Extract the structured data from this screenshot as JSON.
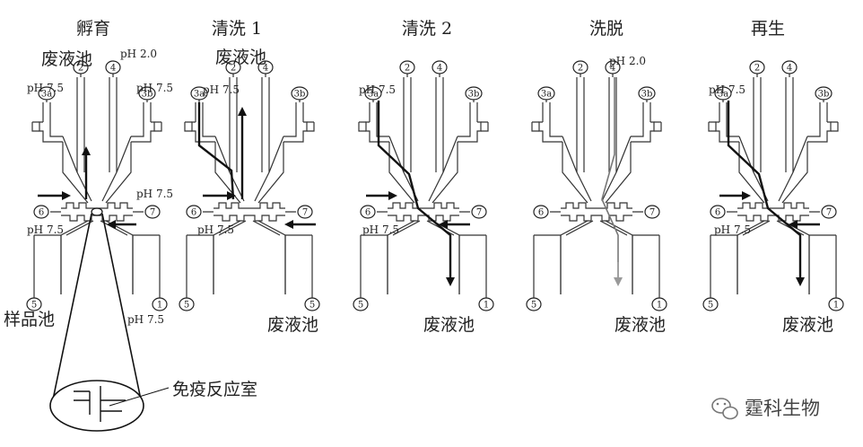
{
  "panels": [
    {
      "title": "孵育",
      "labels": {
        "top_pool": "废液池",
        "ph_top": "pH 2.0",
        "ph_left": "pH 7.5",
        "ph_right": "pH 7.5",
        "ph_mid_right": "pH 7.5",
        "ph_mid_left": "pH 7.5",
        "bottom_left": "样品池",
        "bottom_right": "pH 7.5"
      },
      "ports": {
        "p2": "2",
        "p4": "4",
        "p3a": "3a",
        "p3b": "3b",
        "p6": "6",
        "p7": "7",
        "p5": "5",
        "p1": "1"
      }
    },
    {
      "title": "清洗 1",
      "labels": {
        "top_pool": "废液池",
        "ph_left": "pH 7.5",
        "ph_mid_left": "pH 7.5",
        "bottom_pool": "废液池"
      },
      "ports": {
        "p2": "2",
        "p4": "4",
        "p3a": "3a",
        "p3b": "3b",
        "p6": "6",
        "p7": "7",
        "p5": "5",
        "p1": "5"
      }
    },
    {
      "title": "清洗 2",
      "labels": {
        "ph_left": "pH 7.5",
        "ph_mid_left": "pH 7.5",
        "bottom_pool": "废液池"
      },
      "ports": {
        "p2": "2",
        "p4": "4",
        "p3a": "3a",
        "p3b": "3b",
        "p6": "6",
        "p7": "7",
        "p5": "5",
        "p1": "1"
      }
    },
    {
      "title": "洗脱",
      "labels": {
        "ph_top": "pH 2.0",
        "bottom_pool": "废液池"
      },
      "ports": {
        "p2": "2",
        "p4": "4",
        "p3a": "3a",
        "p3b": "3b",
        "p6": "6",
        "p7": "7",
        "p5": "5",
        "p1": "1"
      }
    },
    {
      "title": "再生",
      "labels": {
        "ph_left": "pH 7.5",
        "ph_mid_left": "pH 7.5",
        "bottom_pool": "废液池"
      },
      "ports": {
        "p2": "2",
        "p4": "4",
        "p3a": "3a",
        "p3b": "3b",
        "p6": "6",
        "p7": "7",
        "p5": "5",
        "p1": "1"
      }
    }
  ],
  "callout": {
    "label": "免疫反应室"
  },
  "watermark": {
    "text": "霆科生物",
    "icon": "wechat-icon"
  }
}
